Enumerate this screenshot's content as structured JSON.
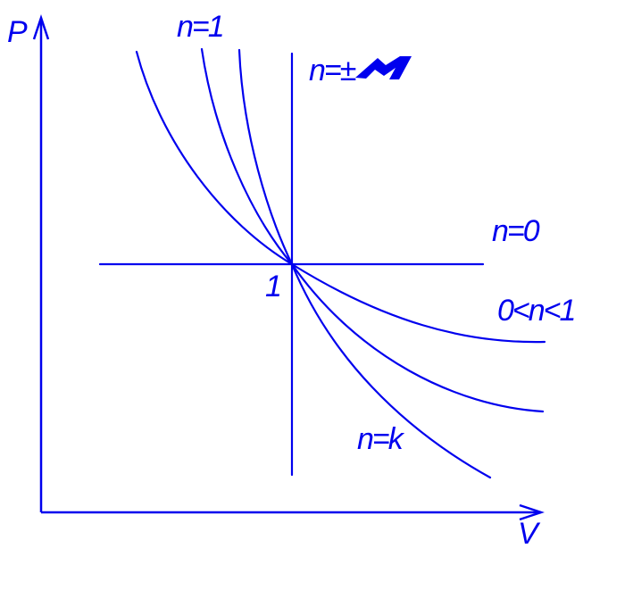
{
  "colors": {
    "line": "#0000ee",
    "background": "#ffffff"
  },
  "axes": {
    "y_label": "P",
    "x_label": "V"
  },
  "labels": {
    "point": "1",
    "isothermal": "n=1",
    "isochoric_prefix": "n=±",
    "isochoric_symbol": "infinity-glyph",
    "isobaric": "n=0",
    "polytropic_range": "0<n<1",
    "adiabatic": "n=k"
  }
}
